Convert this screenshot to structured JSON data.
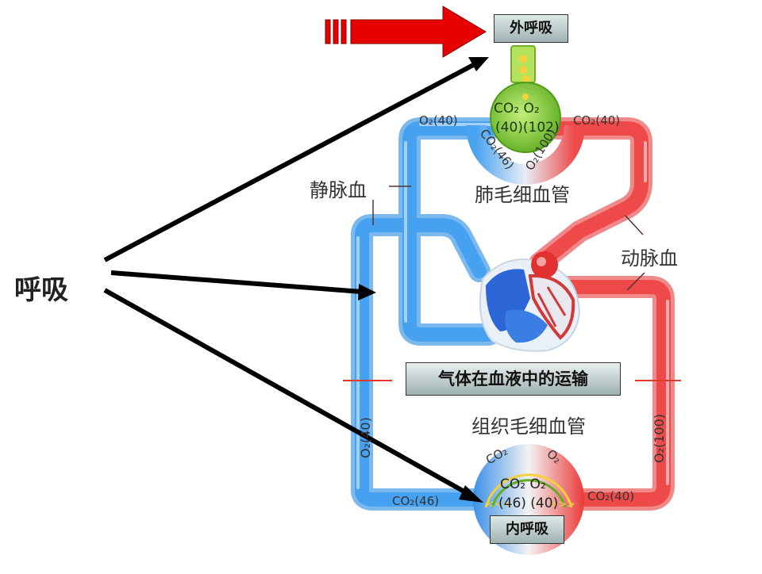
{
  "title": "呼吸",
  "boxes": {
    "external_respiration": "外呼吸",
    "gas_transport": "气体在血液中的运输",
    "internal_respiration": "内呼吸"
  },
  "vessels": {
    "vein": "静脉血",
    "artery": "动脉血",
    "pulmonary_capillary": "肺毛细血管",
    "tissue_capillary": "组织毛细血管"
  },
  "values": {
    "lung_venous_o2": "O₂(40)",
    "lung_arterial_co2": "CO₂(40)",
    "alveolus_gas_line1": "CO₂  O₂",
    "alveolus_gas_line2": "(40)(102)",
    "lung_co2_side": "CO₂(46)",
    "lung_o2_side": "O₂(100)",
    "venous_o2_side": "O₂(40)",
    "arterial_o2_side": "O₂(100)",
    "tissue_co2_left": "CO₂(46)",
    "tissue_co2_right": "CO₂(40)",
    "tissue_curve_co2": "CO₂",
    "tissue_curve_o2": "O₂",
    "tissue_gas_line1": "CO₂  O₂",
    "tissue_gas_line2": "(46)  (40)"
  },
  "colors": {
    "venous": "#4aa3ef",
    "arterial": "#ee4a4a",
    "arrow": "#e60000",
    "alveolus": "#8ed13a"
  }
}
